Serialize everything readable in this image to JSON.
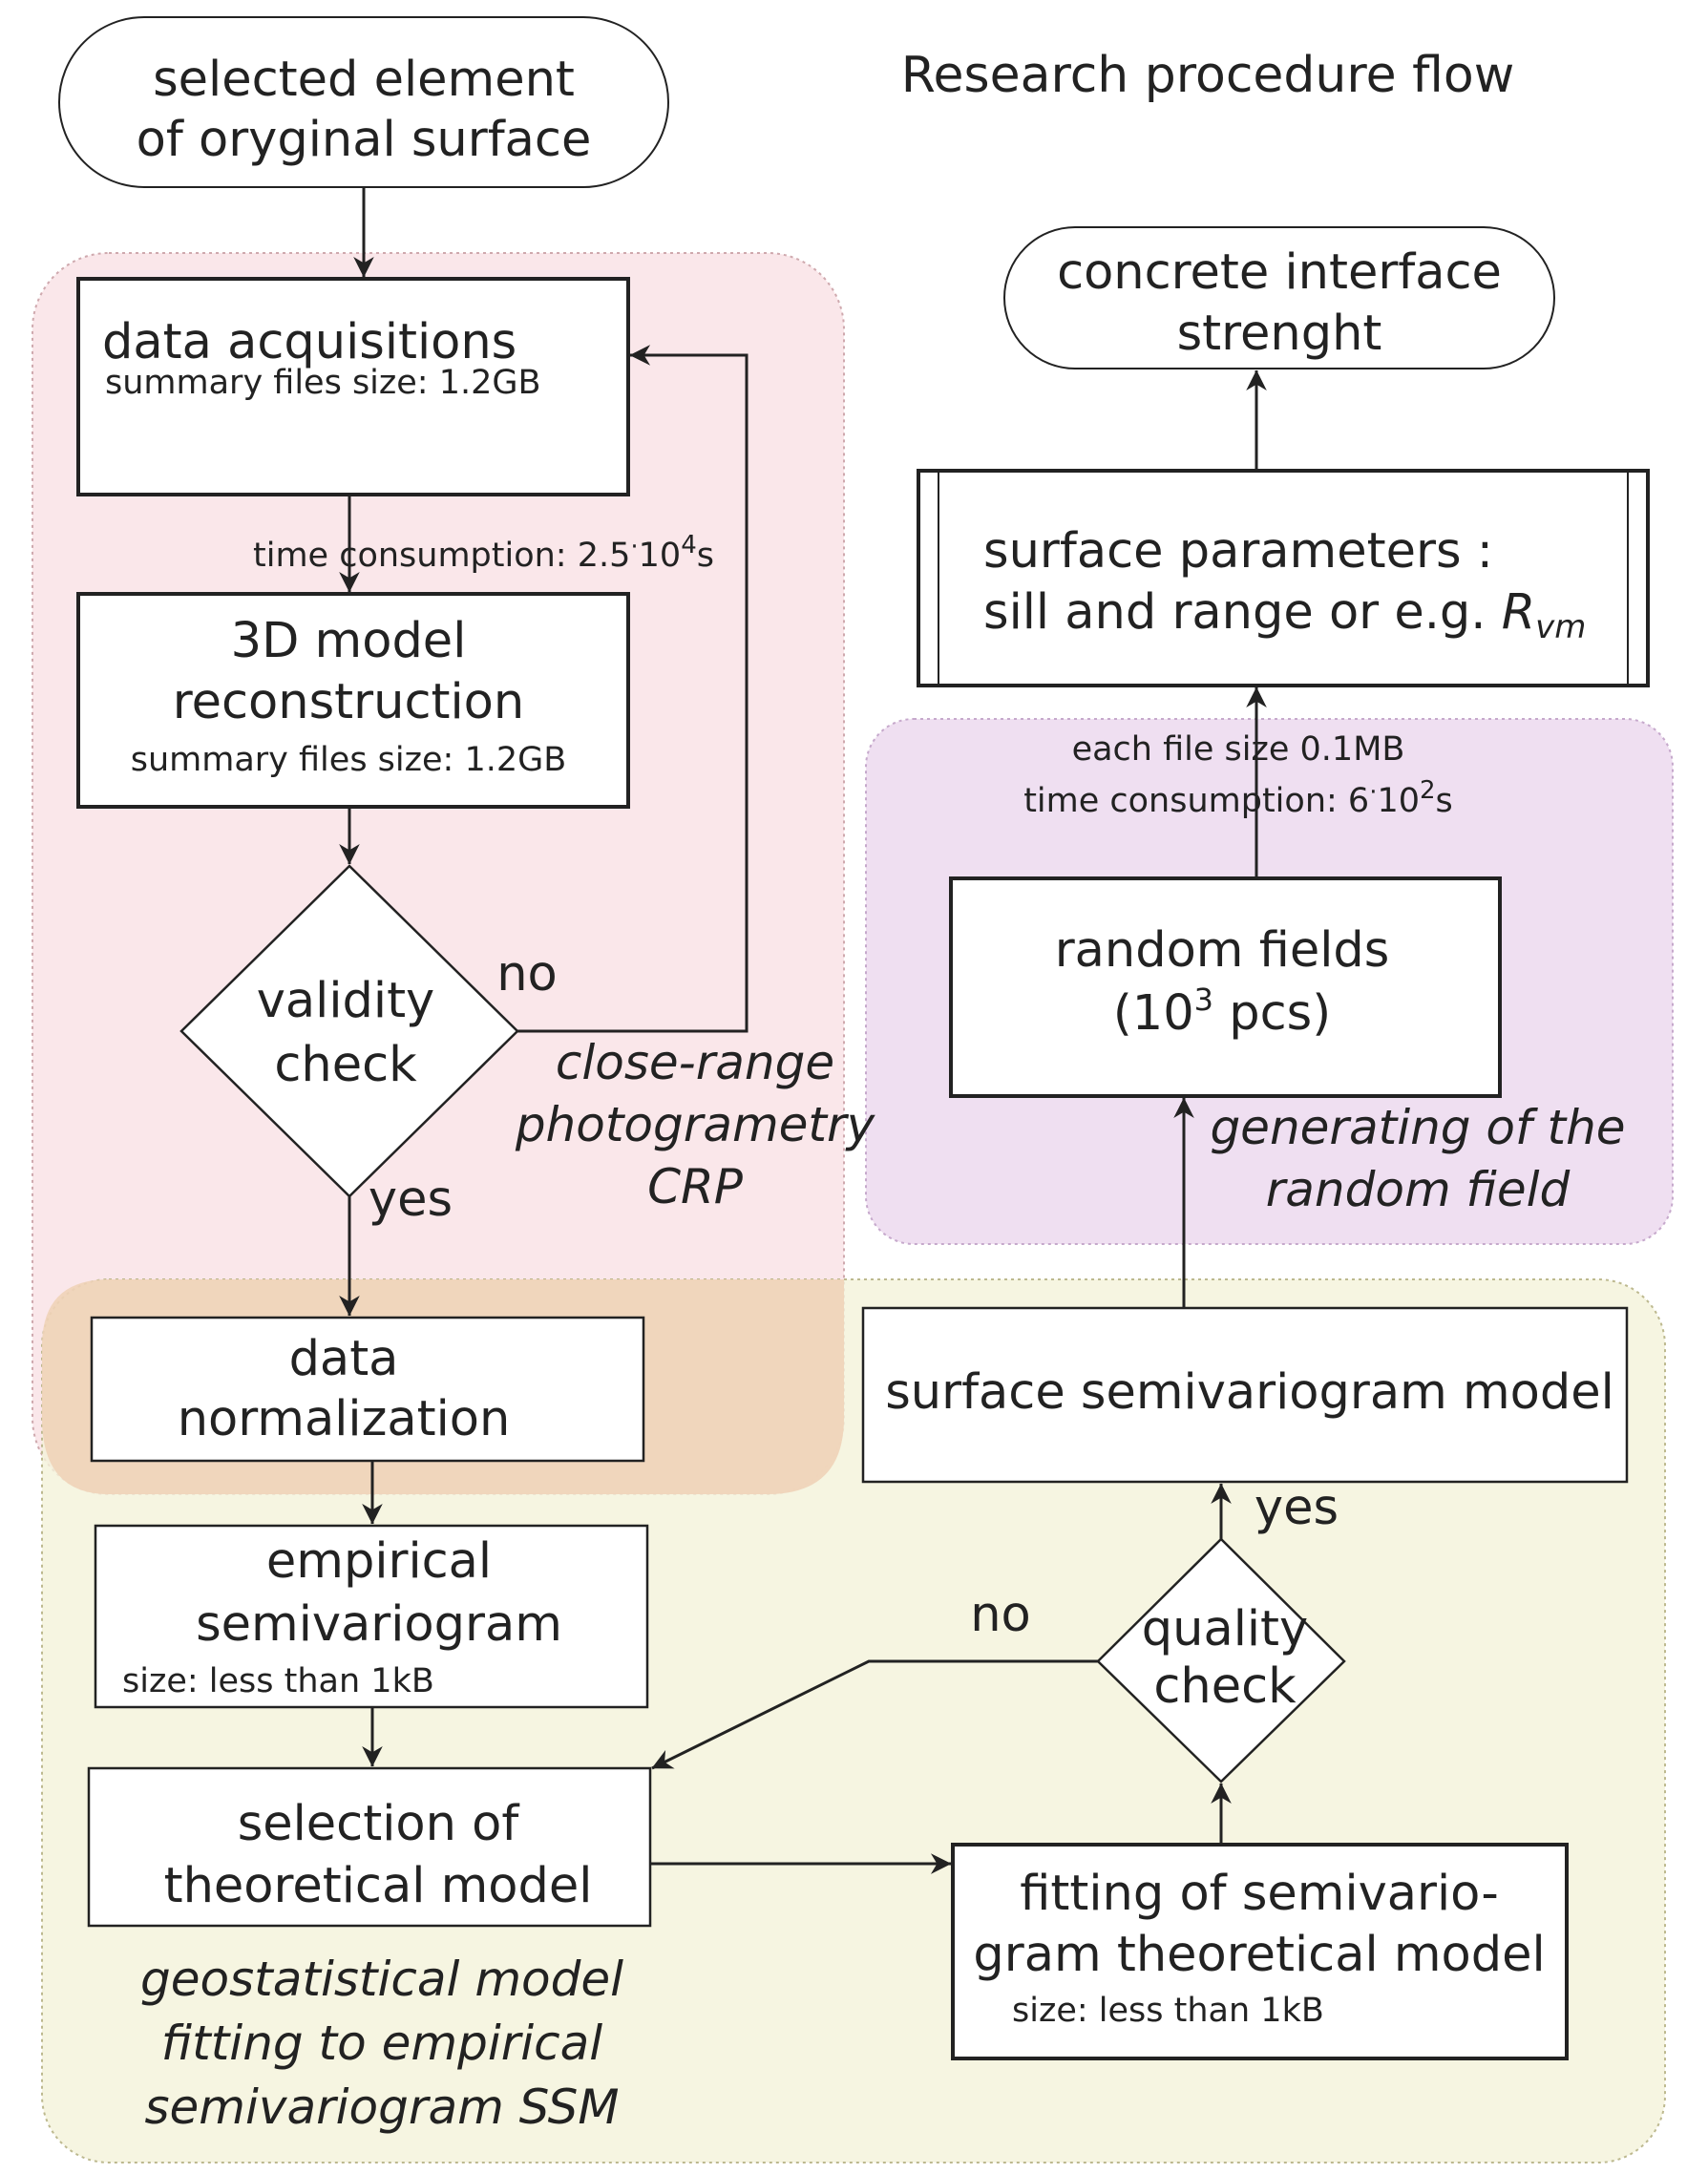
{
  "title": "Research procedure flow",
  "regions": {
    "crp": {
      "line1": "close-range",
      "line2": "photogrametry",
      "line3": "CRP",
      "color": "#f9e3e6"
    },
    "random": {
      "line1": "generating of the",
      "line2": "random field",
      "color": "#efdff1"
    },
    "ssm": {
      "line1": "geostatistical model",
      "line2": "fitting to empirical",
      "line3": "semivariogram SSM",
      "color": "#f4f2d9"
    }
  },
  "nodes": {
    "start": {
      "line1": "selected element",
      "line2": "of oryginal surface"
    },
    "data_acq": {
      "title": "data acquisitions",
      "note": "summary files size: 1.2GB"
    },
    "model3d": {
      "line1": "3D model",
      "line2": "reconstruction",
      "note": "summary files size: 1.2GB"
    },
    "validity": {
      "line1": "validity",
      "line2": "check"
    },
    "normalization": {
      "line1": "data",
      "line2": "normalization"
    },
    "empirical": {
      "line1": "empirical",
      "line2": "semivariogram",
      "note": "size: less than 1kB"
    },
    "selection": {
      "line1": "selection of",
      "line2": "theoretical model"
    },
    "fitting": {
      "line1": "fitting of semivario-",
      "line2": "gram theoretical model",
      "note": "size: less than 1kB"
    },
    "quality": {
      "line1": "quality",
      "line2": "check"
    },
    "ssm_model": {
      "line1": "surface semivariogram model"
    },
    "random_fields": {
      "line1": "random fields",
      "line2_pre": "(10",
      "line2_sup": "3",
      "line2_post": " pcs)"
    },
    "params": {
      "line1": "surface parameters :",
      "line2_pre": "sill and range or e.g. ",
      "line2_var": "R",
      "line2_sub": "vm"
    },
    "end": {
      "line1": "concrete interface",
      "line2": "strenght"
    }
  },
  "edge_labels": {
    "time1_pre": "time consumption: 2.5",
    "time1_dot": "·",
    "time1_mid": "10",
    "time1_sup": "4",
    "time1_post": "s",
    "validity_no": "no",
    "validity_yes": "yes",
    "quality_no": "no",
    "quality_yes": "yes",
    "file_size": "each file size 0.1MB",
    "time2_pre": "time consumption: 6",
    "time2_dot": "·",
    "time2_mid": "10",
    "time2_sup": "2",
    "time2_post": "s"
  }
}
